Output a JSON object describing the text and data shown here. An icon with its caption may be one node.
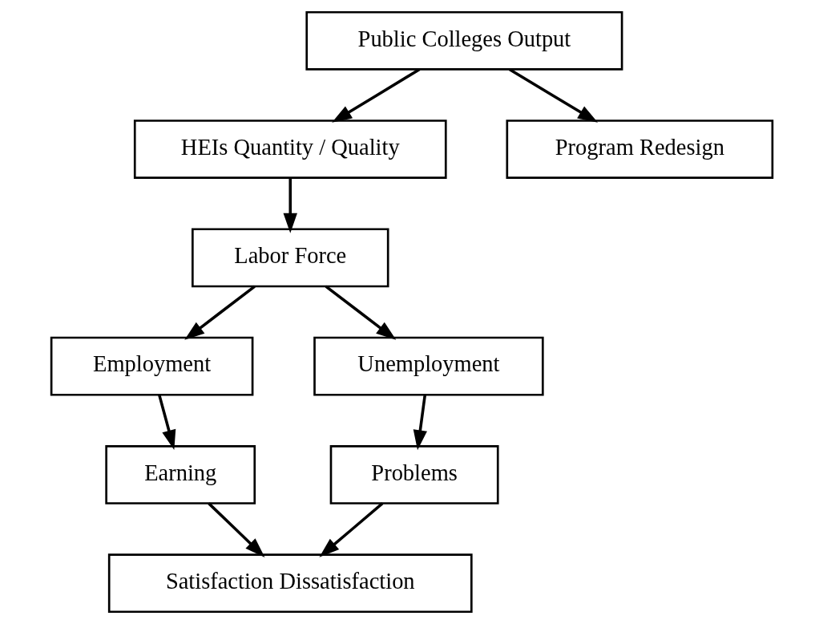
{
  "diagram": {
    "nodes": [
      {
        "text": [
          "Public Colleges Output"
        ]
      },
      {
        "text": [
          "HEIs Quantity / Quality"
        ]
      },
      {
        "text": [
          "Labor Force"
        ]
      },
      {
        "text": [
          "Employment"
        ]
      },
      {
        "text": [
          "Unemployment"
        ]
      },
      {
        "text": [
          "Earning"
        ]
      },
      {
        "text": [
          "Problems"
        ]
      },
      {
        "text": [
          "Satisfaction Dissatisfaction"
        ]
      },
      {
        "text": [
          "Program Redesign"
        ]
      }
    ],
    "edges": [
      {
        "from": 0,
        "to": 1,
        "arrow": "to"
      },
      {
        "from": 1,
        "to": 2,
        "arrow": "to"
      },
      {
        "from": 2,
        "to": 3,
        "arrow": "to"
      },
      {
        "from": 2,
        "to": 4,
        "arrow": "to"
      },
      {
        "from": 3,
        "to": 5,
        "arrow": "to"
      },
      {
        "from": 4,
        "to": 6,
        "arrow": "to"
      },
      {
        "from": 5,
        "to": 7,
        "arrow": "to"
      },
      {
        "from": 6,
        "to": 7,
        "arrow": "to"
      },
      {
        "from": 0,
        "to": 8,
        "arrow": "to"
      }
    ]
  }
}
